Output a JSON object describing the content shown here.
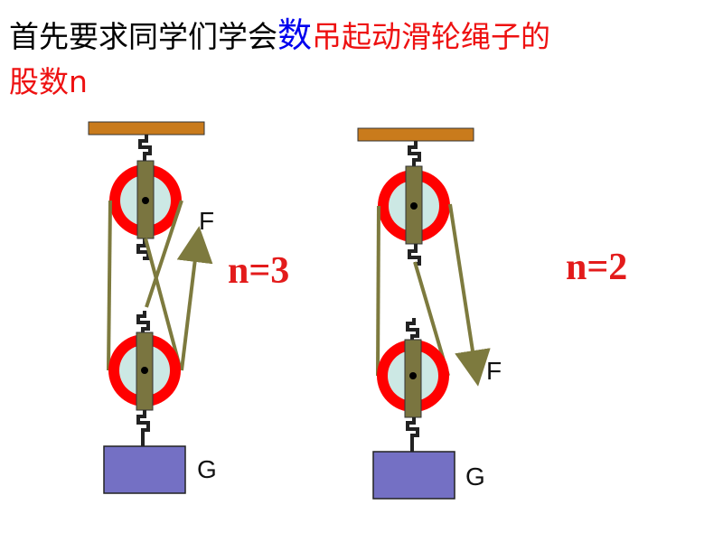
{
  "title": {
    "part1": "首先要求同学们学会",
    "part2": "数",
    "part3": "吊起动滑轮绳子的",
    "part4": "股数n"
  },
  "diagram_left": {
    "force_label": "F",
    "weight_label": "G",
    "n_label": "n=3"
  },
  "diagram_right": {
    "force_label": "F",
    "weight_label": "G",
    "n_label": "n=2"
  },
  "colors": {
    "ceiling": "#c97b1c",
    "pulley_ring": "#ff0000",
    "pulley_hub": "#cce8e4",
    "strap": "#7a7540",
    "rope": "#7d7a3e",
    "weight": "#7470c4",
    "n_text": "#e31b1b",
    "title_blue": "#0000ee"
  },
  "icons": [
    "ceiling-beam",
    "hook-icon",
    "pulley-wheel-icon",
    "weight-block",
    "force-arrow-icon"
  ]
}
